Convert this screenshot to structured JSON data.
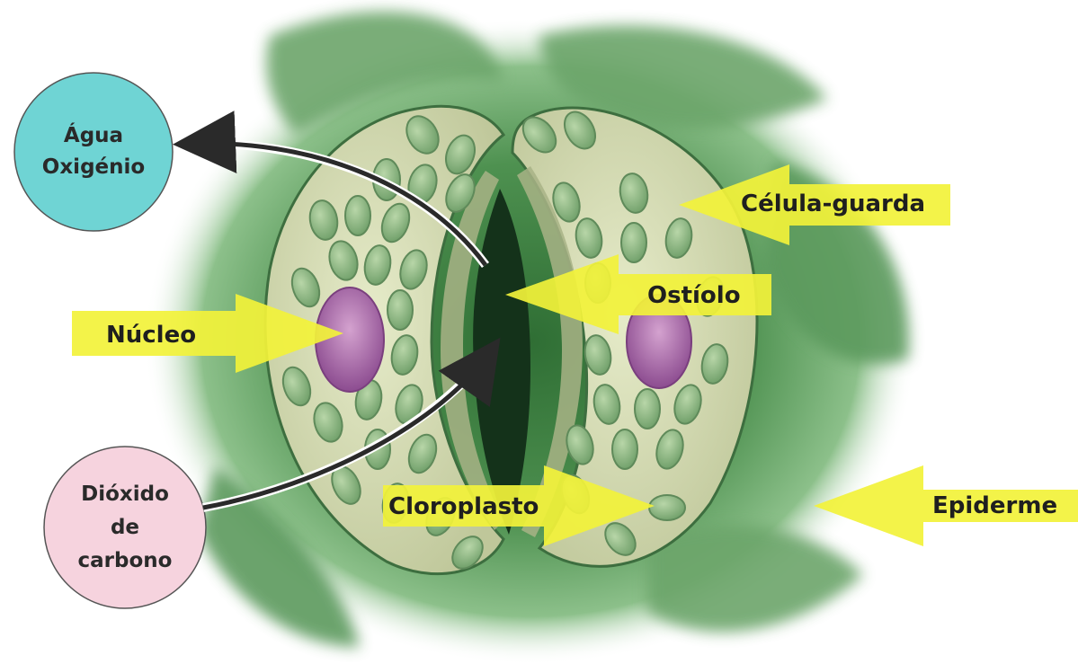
{
  "diagram": {
    "labels": {
      "water_oxygen": "Água\nOxigénio",
      "co2": "Dióxido\nde\ncarbono",
      "guard_cell": "Célula-guarda",
      "ostiole": "Ostíolo",
      "nucleus": "Núcleo",
      "chloroplast": "Cloroplasto",
      "epidermis": "Epiderme"
    },
    "colors": {
      "arrow_fill": "#f2f23a",
      "water_circle": "#6fd4d4",
      "co2_circle": "#f6d3de",
      "tissue": "#4e9150",
      "guard_cell": "#d9deb9",
      "chloroplast": "#8dbb86",
      "nucleus": "#a15fa6"
    }
  }
}
